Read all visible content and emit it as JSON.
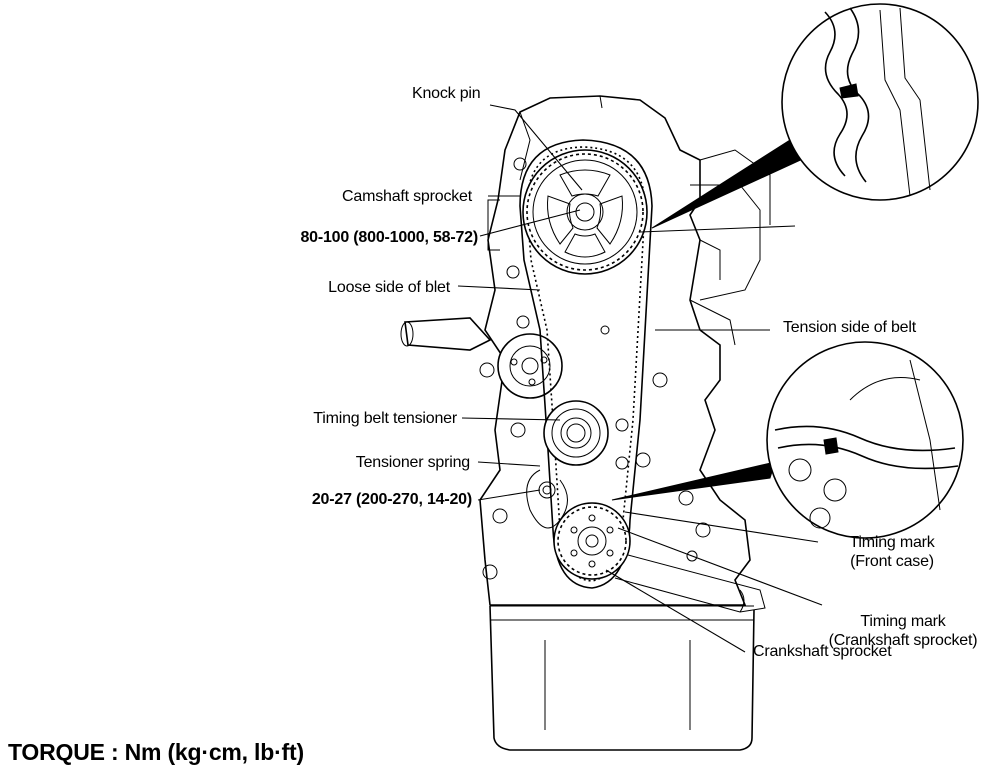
{
  "labels": {
    "knock_pin": "Knock pin",
    "camshaft_sprocket": "Camshaft sprocket",
    "cam_torque": "80-100 (800-1000, 58-72)",
    "loose_side": "Loose side of blet",
    "tension_side": "Tension side of belt",
    "timing_belt_tensioner": "Timing belt tensioner",
    "tensioner_spring": "Tensioner spring",
    "tensioner_torque": "20-27 (200-270, 14-20)",
    "timing_mark_front_line1": "Timing mark",
    "timing_mark_front_line2": "(Front case)",
    "timing_mark_crank_line1": "Timing mark",
    "timing_mark_crank_line2": "(Crankshaft sprocket)",
    "crankshaft_sprocket": "Crankshaft sprocket"
  },
  "footer": "TORQUE : Nm (kg·cm, lb·ft)"
}
